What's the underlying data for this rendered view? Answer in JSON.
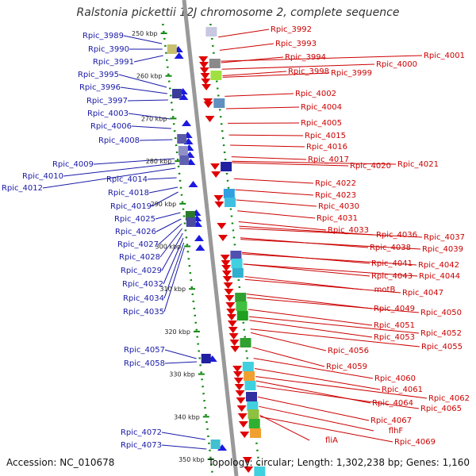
{
  "title": "Ralstonia pickettii 12J chromosome 2, complete sequence",
  "footer": {
    "accession": "Accession: NC_010678",
    "summary": "Topology: circular; Length: 1,302,238 bp; Genes: 1,160"
  },
  "colors": {
    "forward_genes": "#dd0000",
    "reverse_genes": "#1010dd",
    "backbone": "#999999",
    "ticks": "#118811"
  },
  "ticks": [
    "250 kbp",
    "260 kbp",
    "270 kbp",
    "280 kbp",
    "290 kbp",
    "300 kbp",
    "310 kbp",
    "320 kbp",
    "330 kbp",
    "340 kbp",
    "350 kbp"
  ],
  "left_labels": [
    "Rpic_3989",
    "Rpic_3990",
    "Rpic_3991",
    "Rpic_3995",
    "Rpic_3996",
    "Rpic_3997",
    "Rpic_4003",
    "Rpic_4006",
    "Rpic_4008",
    "Rpic_4009",
    "Rpic_4010",
    "Rpic_4012",
    "Rpic_4014",
    "Rpic_4018",
    "Rpic_4019",
    "Rpic_4025",
    "Rpic_4026",
    "Rpic_4027",
    "Rpic_4028",
    "Rpic_4029",
    "Rpic_4032",
    "Rpic_4034",
    "Rpic_4035",
    "Rpic_4057",
    "Rpic_4058",
    "Rpic_4072",
    "Rpic_4073"
  ],
  "right_labels": [
    "Rpic_3992",
    "Rpic_3993",
    "Rpic_3994",
    "Rpic_4000",
    "Rpic_4001",
    "Rpic_3998",
    "Rpic_3999",
    "Rpic_4002",
    "Rpic_4004",
    "Rpic_4005",
    "Rpic_4015",
    "Rpic_4016",
    "Rpic_4017",
    "Rpic_4020",
    "Rpic_4021",
    "Rpic_4022",
    "Rpic_4023",
    "Rpic_4030",
    "Rpic_4031",
    "Rpic_4033",
    "Rpic_4036",
    "Rpic_4037",
    "Rpic_4038",
    "Rpic_4039",
    "Rpic_4041",
    "Rpic_4042",
    "Rpic_4043",
    "Rpic_4044",
    "motB",
    "Rpic_4047",
    "Rpic_4049",
    "Rpic_4050",
    "Rpic_4051",
    "Rpic_4052",
    "Rpic_4053",
    "Rpic_4056",
    "Rpic_4055",
    "Rpic_4059",
    "Rpic_4060",
    "Rpic_4061",
    "Rpic_4062",
    "Rpic_4064",
    "Rpic_4065",
    "Rpic_4067",
    "flhF",
    "fliA",
    "Rpic_4069"
  ]
}
